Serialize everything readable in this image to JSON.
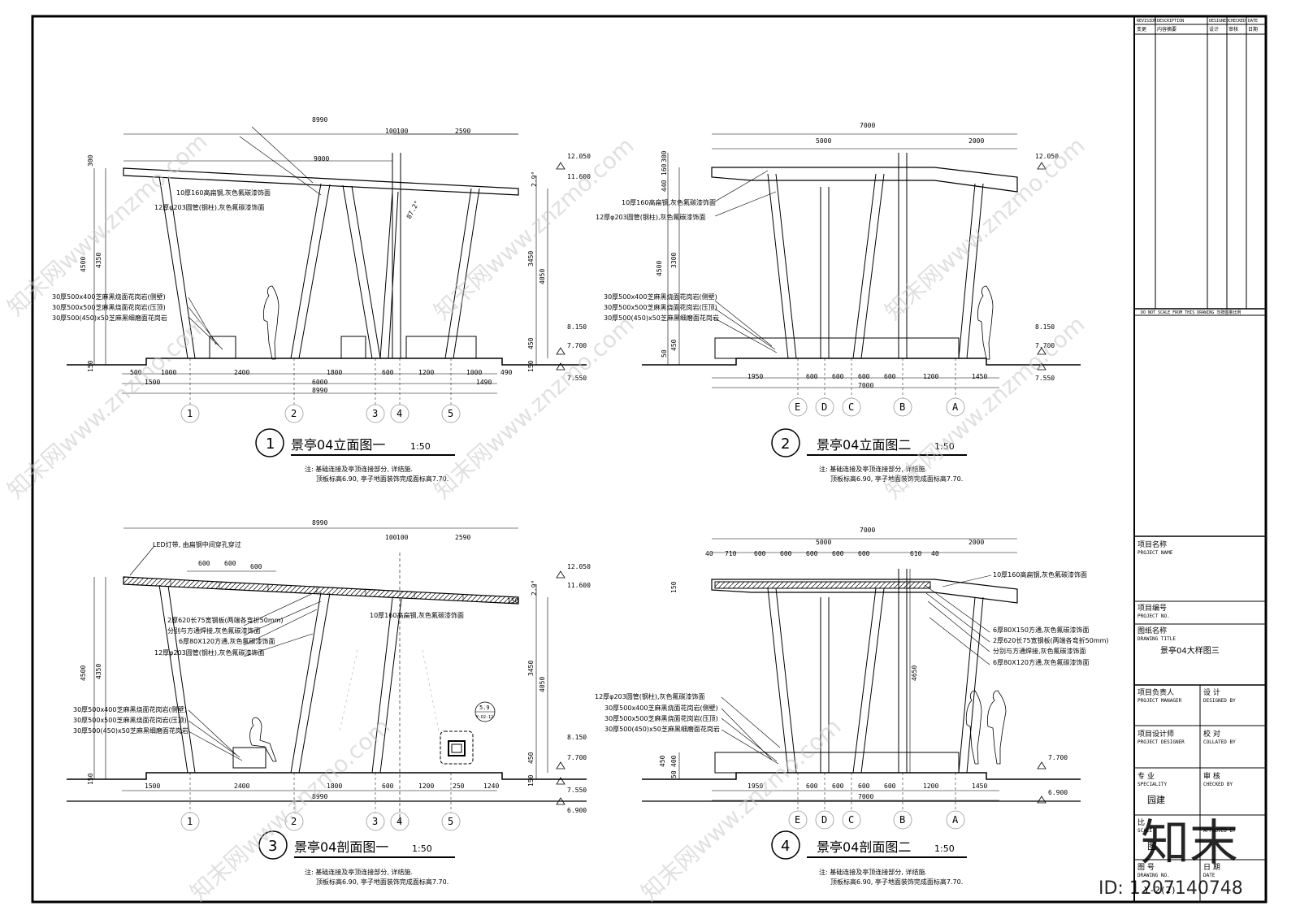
{
  "sheet": {
    "revision_head": [
      "REVISION",
      "DESCRIPTION",
      "DESIGNED",
      "CHECKED",
      "DATE"
    ],
    "revision_head_cn": [
      "变更",
      "内容摘要",
      "设计",
      "审核",
      "日期"
    ],
    "scale_note": "DO NOT SCALE FROM THIS DRAWING  勿按图量比例",
    "project_name_cn": "项目名称",
    "project_name_en": "PROJECT NAME",
    "project_no_cn": "项目编号",
    "project_no_en": "PROJECT NO.",
    "drawing_title_cn": "图纸名称",
    "drawing_title_en": "DRAWING TITLE",
    "drawing_title_value": "景亭04大样图三",
    "pm_cn": "项目负责人",
    "pm_en": "PROJECT MANAGER",
    "designed_cn": "设 计",
    "designed_en": "DESIGNED BY",
    "pd_cn": "项目设计师",
    "pd_en": "PROJECT DESIGNER",
    "collated_cn": "校 对",
    "collated_en": "COLLATED BY",
    "speciality_cn": "专 业",
    "speciality_en": "SPECIALITY",
    "checked_cn": "审 核",
    "checked_en": "CHECKED BY",
    "speciality_value": "园建",
    "scale_cn": "比",
    "scale_en": "SCALE",
    "approved_en": "APPROVED BY",
    "scale_value": "图",
    "drawing_no_cn": "图 号",
    "drawing_no_en": "DRAWING NO.",
    "date_cn": "日 期",
    "date_en": "DATE",
    "drawing_no_value": "Y-2(2)"
  },
  "watermark": {
    "logo": "知末",
    "id": "ID: 1207140748",
    "text": "知末网www.znzmo.com"
  },
  "notes": {
    "line1": "注: 基础连接及亭顶连接部分, 详结施.",
    "line2": "顶板标高6.90, 亭子地面装饰完成面标高7.70."
  },
  "views": [
    {
      "num": "1",
      "title": "景亭04立面图一",
      "scale": "1:50",
      "dims_top": [
        "8990",
        "100",
        "100",
        "2590",
        "9000"
      ],
      "dims_bottom": [
        "500",
        "1000",
        "2400",
        "1800",
        "600",
        "1200",
        "1000",
        "490",
        "1500",
        "6000",
        "1490",
        "8990"
      ],
      "dims_left": [
        "300",
        "4500",
        "4350",
        "150",
        "150"
      ],
      "dims_right": [
        "2.9°",
        "3450",
        "4050",
        "450",
        "150"
      ],
      "angle": "87.2°",
      "levels": [
        "12.050",
        "11.600",
        "8.150",
        "7.700",
        "7.550"
      ],
      "axes": [
        "1",
        "2",
        "3",
        "4",
        "5"
      ],
      "labels": [
        "10厚160高扁钢,灰色氟碳漆饰面",
        "12厚φ203圆管(钢柱),灰色氟碳漆饰面",
        "30厚500x400芝麻黑烧面花岗岩(侧壁)",
        "30厚500x500芝麻黑烧面花岗岩(压顶)",
        "30厚500(450)x50芝麻黑细磨面花岗岩"
      ]
    },
    {
      "num": "2",
      "title": "景亭04立面图二",
      "scale": "1:50",
      "dims_top": [
        "7000",
        "5000",
        "2000"
      ],
      "dims_bottom": [
        "1950",
        "600",
        "600",
        "600",
        "600",
        "1200",
        "1450",
        "7000"
      ],
      "dims_left": [
        "300",
        "160",
        "440",
        "4500",
        "3300",
        "450",
        "50"
      ],
      "levels": [
        "12.050",
        "8.150",
        "7.700",
        "7.550"
      ],
      "axes": [
        "E",
        "D",
        "C",
        "B",
        "A"
      ],
      "labels": [
        "10厚160高扁钢,灰色氟碳漆饰面",
        "12厚φ203圆管(钢柱),灰色氟碳漆饰面",
        "30厚500x400芝麻黑烧面花岗岩(侧壁)",
        "30厚500x500芝麻黑烧面花岗岩(压顶)",
        "30厚500(450)x50芝麻黑细磨面花岗岩"
      ]
    },
    {
      "num": "3",
      "title": "景亭04剖面图一",
      "scale": "1:50",
      "dims_top": [
        "8990",
        "100",
        "100",
        "2590",
        "600",
        "600",
        "600"
      ],
      "dims_bottom": [
        "1500",
        "2400",
        "1800",
        "600",
        "1200",
        "250",
        "1240",
        "8990"
      ],
      "dims_left": [
        "4500",
        "4350",
        "150"
      ],
      "dims_right": [
        "2.9°",
        "150",
        "3450",
        "4050",
        "450",
        "150"
      ],
      "levels": [
        "12.050",
        "11.600",
        "8.150",
        "7.700",
        "7.550",
        "6.900"
      ],
      "axes": [
        "1",
        "2",
        "3",
        "4",
        "5"
      ],
      "led": "LED灯带, 由扁钢中间穿孔穿过",
      "detail_ref_top": "5.9",
      "detail_ref_bottom": "Y-D2-12",
      "labels": [
        "10厚160高扁钢,灰色氟碳漆饰面",
        "2厚620长75宽钢板(两端各弯折50mm)",
        "分别与方通焊接,灰色氟碳漆饰面",
        "6厚80X120方通,灰色氟碳漆饰面",
        "12厚φ203圆管(钢柱),灰色氟碳漆饰面",
        "30厚500x400芝麻黑烧面花岗岩(侧壁)",
        "30厚500x500芝麻黑烧面花岗岩(压顶)",
        "30厚500(450)x50芝麻黑细磨面花岗岩"
      ]
    },
    {
      "num": "4",
      "title": "景亭04剖面图二",
      "scale": "1:50",
      "dims_top": [
        "7000",
        "5000",
        "2000",
        "40",
        "710",
        "600",
        "600",
        "600",
        "600",
        "600",
        "610",
        "40"
      ],
      "dims_bottom": [
        "1950",
        "600",
        "600",
        "600",
        "600",
        "1200",
        "1450",
        "7000"
      ],
      "dims_left": [
        "150",
        "450",
        "400",
        "50"
      ],
      "dims_mid": "4650",
      "levels": [
        "7.700",
        "6.900"
      ],
      "axes": [
        "E",
        "D",
        "C",
        "B",
        "A"
      ],
      "labels_right": [
        "10厚160高扁钢,灰色氟碳漆饰面",
        "6厚80X150方通,灰色氟碳漆饰面",
        "2厚620长75宽钢板(两端各弯折50mm)",
        "分别与方通焊接,灰色氟碳漆饰面",
        "6厚80X120方通,灰色氟碳漆饰面"
      ],
      "labels_left": [
        "12厚φ203圆管(钢柱),灰色氟碳漆饰面",
        "30厚500x400芝麻黑烧面花岗岩(侧壁)",
        "30厚500x500芝麻黑烧面花岗岩(压顶)",
        "30厚500(450)x50芝麻黑细磨面花岗岩"
      ]
    }
  ]
}
